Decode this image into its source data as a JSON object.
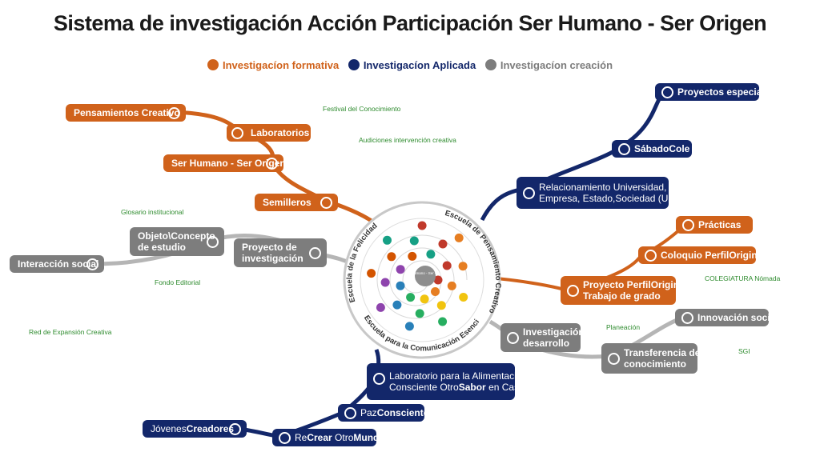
{
  "title": "Sistema de investigación Acción Participación Ser Humano - Ser Origen",
  "colors": {
    "formativa": "#d0621b",
    "aplicada": "#13276a",
    "creacion": "#7d7d7d",
    "notes": "#2e8b2e"
  },
  "legend": [
    {
      "label": "Investigacíon formativa",
      "color": "#d0621b"
    },
    {
      "label": "Investigacíon Aplicada",
      "color": "#13276a"
    },
    {
      "label": "Investigacíon creación",
      "color": "#7d7d7d"
    }
  ],
  "nodes": {
    "pensamientos_creativo": "Pensamientos Creativo",
    "laboratorios": "Laboratorios",
    "ser_humano": "Ser Humano - Ser Origen",
    "semilleros": "Semilleros",
    "objeto_l1": "Objeto\\Concepto",
    "objeto_l2": "de estudio",
    "interaccion_social": "Interacción social",
    "proyecto_inv_l1": "Proyecto de",
    "proyecto_inv_l2": "investigación",
    "proyectos_especiales": "Proyectos especiales",
    "sabado_a": "Sábado",
    "sabado_b": "Cole",
    "ruees_l1": "Relacionamiento Universidad,",
    "ruees_l2": "Empresa, Estado,Sociedad (UEES)",
    "practicas": "Prácticas",
    "coloquio_a": "Coloquio Perfil",
    "coloquio_b": "Original",
    "proyecto_perfil_a": "Proyecto Perfil",
    "proyecto_perfil_b": "Original",
    "proyecto_perfil_c": "/",
    "trabajo_grado": "Trabajo de grado",
    "innovacion_social": "Innovación social",
    "inv_desarrollo_l1": "Investigación",
    "inv_desarrollo_l2": "desarrollo",
    "transferencia_l1": "Transferencia de",
    "transferencia_l2": "conocimiento",
    "lab_alim_l1": "Laboratorio para la Alimentación",
    "lab_alim_l2a": "Consciente Otro",
    "lab_alim_l2b": "Sabor",
    "lab_alim_l2c": " en Casa",
    "paz_a": "Paz",
    "paz_b": "Consciente",
    "jovenes_a": "Jóvenes",
    "jovenes_b": "Creadores",
    "recrear_a": "Re",
    "recrear_b": "Crear",
    "recrear_c": " Otro",
    "recrear_d": "Mundo"
  },
  "notes": {
    "festival": "Festival del Conocimiento",
    "audiciones": "Audiciones intervención creativa",
    "glosario": "Glosario institucional",
    "fondo": "Fondo Editorial",
    "red": "Red de Expansión Creativa",
    "colegiatura": "COLEGIATURA Nómada",
    "planeacion": "Planeación",
    "sgi": "SGI"
  },
  "circle": {
    "arc_top_left": "Escuela de la Felicidad",
    "arc_top_right": "Escuela de Pensamiento Creativo",
    "arc_bottom": "Escuela para la Comunicación Esencial",
    "center_label": "Ser Humano - Ser Origen",
    "dot_colors": [
      "#c0392b",
      "#e67e22",
      "#f1c40f",
      "#27ae60",
      "#2980b9",
      "#8e44ad",
      "#d35400",
      "#16a085"
    ]
  }
}
